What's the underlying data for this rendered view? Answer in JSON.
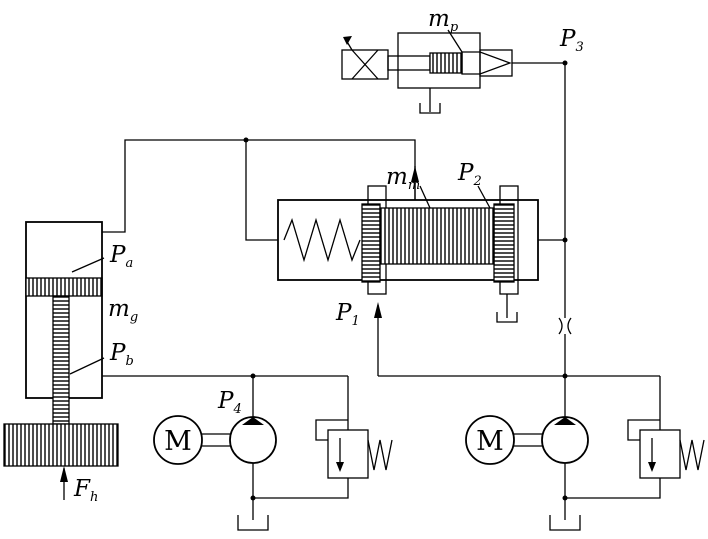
{
  "labels": {
    "mp": {
      "main": "m",
      "sub": "p"
    },
    "p3": {
      "main": "P",
      "sub": "3"
    },
    "mm": {
      "main": "m",
      "sub": "m"
    },
    "p2": {
      "main": "P",
      "sub": "2"
    },
    "pa": {
      "main": "P",
      "sub": "a"
    },
    "mg": {
      "main": "m",
      "sub": "g"
    },
    "p1": {
      "main": "P",
      "sub": "1"
    },
    "pb": {
      "main": "P",
      "sub": "b"
    },
    "p4": {
      "main": "P",
      "sub": "4"
    },
    "fh": {
      "main": "F",
      "sub": "h"
    }
  },
  "motors": {
    "left": "M",
    "right": "M"
  },
  "icons": {
    "motor": "motor-circle-icon",
    "pump": "pump-icon",
    "relief_valve": "relief-valve-icon",
    "tank": "tank-icon",
    "orifice": "orifice-icon",
    "solenoid": "solenoid-icon"
  }
}
